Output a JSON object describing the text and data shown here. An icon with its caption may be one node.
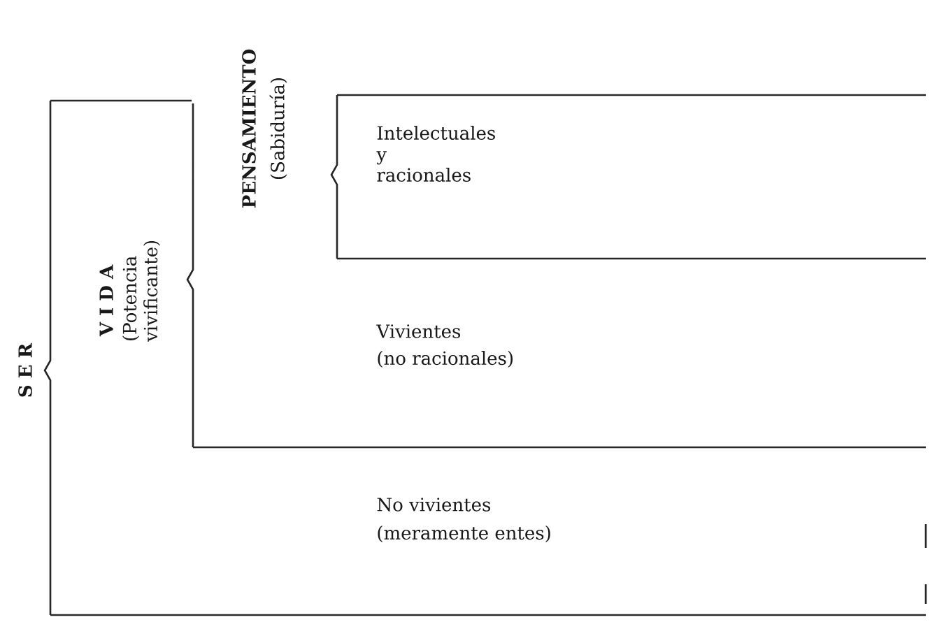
{
  "diagram": {
    "labels": [
      "S E R",
      "V I D A",
      "(Potencia vivificante)",
      "PENSAMIENTO",
      "(Sabiduría)",
      "Intelectuales y racionales",
      "Vivientes",
      "(no racionales)",
      "No vivientes",
      "(meramente entes)"
    ]
  }
}
